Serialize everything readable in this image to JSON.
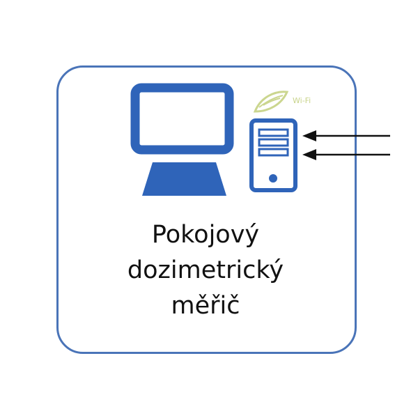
{
  "device": {
    "label_lines": [
      "Pokojový",
      "dozimetrický",
      "měřič"
    ],
    "wifi_label": "Wi-Fi",
    "icons": [
      "monitor-icon",
      "computer-tower-icon",
      "wifi-leaf-icon",
      "input-arrow-icon"
    ]
  },
  "colors": {
    "accent": "#2f64b9",
    "frame": "#4a74b8",
    "wifi": "#c8d38a",
    "text": "#111111"
  }
}
